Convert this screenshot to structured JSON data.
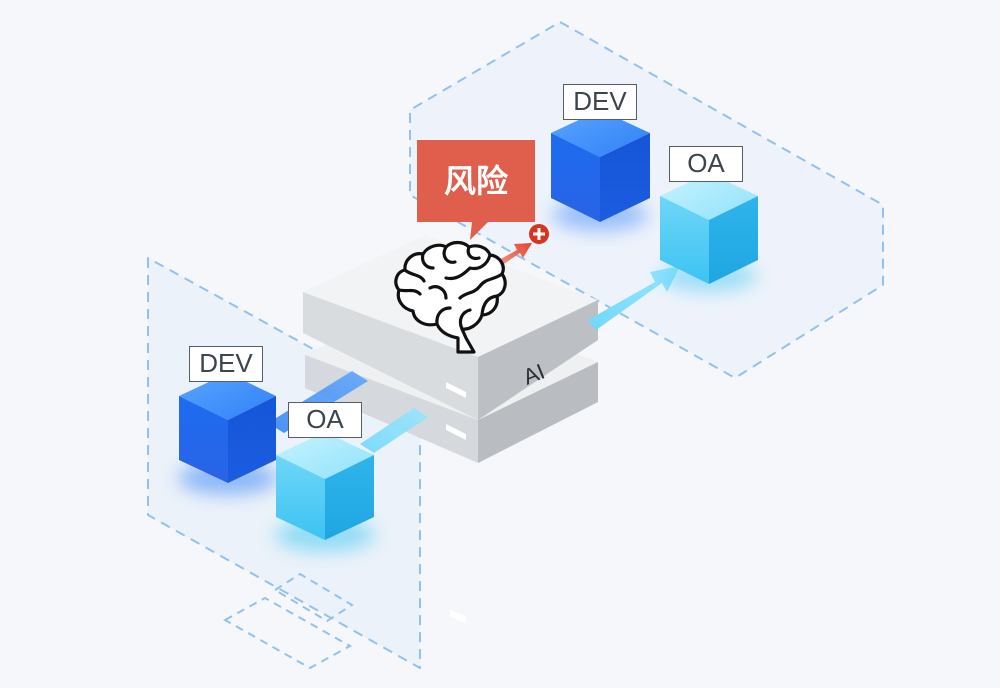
{
  "risk_label": "风险",
  "server_label": "AI",
  "left_group": {
    "dev_label": "DEV",
    "oa_label": "OA"
  },
  "right_group": {
    "dev_label": "DEV",
    "oa_label": "OA"
  },
  "colors": {
    "background": "#f5f7fa",
    "dev_cube": "#1f6ff5",
    "oa_cube": "#38c6f2",
    "risk_bubble": "#e05e4c",
    "dashed_outline": "#90c2f0",
    "server": "#d9dcdf"
  },
  "icons": [
    "brain-icon",
    "risk-badge-icon",
    "arrow-icon",
    "server-icon",
    "monitor-icon"
  ]
}
